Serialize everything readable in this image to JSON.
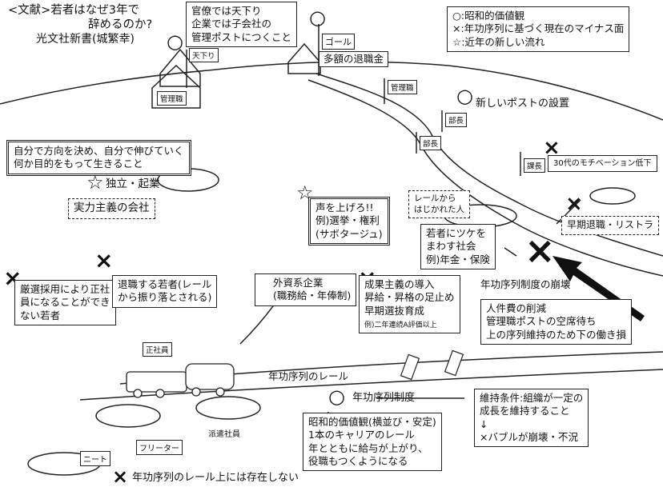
{
  "source": {
    "line1": "<文献>若者はなぜ3年で",
    "line2": "辞めるのか?",
    "line3": "光文社新書(城繁幸)"
  },
  "legend": {
    "showa_values": "○:昭和的価値観",
    "seniority_minus": "×:年功序列に基づく現在のマイナス面",
    "new_trends": "☆:近年の新しい流れ"
  },
  "callouts": {
    "amakudari_note": "官僚では天下り\n企業では子会社の\n管理ポストにつくこと",
    "self_direction": "自分で方向を決め、自分で伸びていく\n何か目的をもって生きること",
    "independence": "独立・起業",
    "merit_society": "実力主義の会社",
    "raise_voice": "声を上げろ!!\n例)選挙・権利\n(サボタージュ)",
    "off_rail": "レールから\nはじかれた人",
    "favor_society": "若者にツケを\nまわす社会\n例)年金・保険",
    "motivation_drop": "30代のモチベーション低下",
    "early_retirement": "早期退職・リストラ",
    "collapse": "年功序列制度の崩壊",
    "personnel_cuts": "人件費の削減\n管理職ポストの空席待ち\n上の序列維持のため下の働き損",
    "selection_hiring": "厳選採用により正社\n員になることができ\nない若者",
    "quitting_youth": "退職する若者(レール\nから振り落とされる)",
    "foreign_company": "外資系企業\n(職務給・年俸制)",
    "performance_main": "成果主義の導入\n昇給・昇格の足止め\n早期選抜育成",
    "performance_sub": "例)二年連続A評価以上",
    "seniority_system": "年功序列制度",
    "maintenance": "維持条件:組織が一定の\n成長を維持すること\n↓\n×バブルが崩壊・不況",
    "showa_values_box": "昭和的価値観(横並び・安定)\n1本のキャリアのレール\n年とともに給与が上がり、\n役職もつくようになる",
    "not_on_rail": "年功序列のレール上には存在しない"
  },
  "signs": {
    "amakudari": "天下り",
    "goal": "ゴール",
    "manager_house": "管理職",
    "manager": "管理職",
    "director": "部長",
    "director2": "部長",
    "section_chief": "課長",
    "retirement": "多額の退職金",
    "new_posts": "新しいポストの設置"
  },
  "labels": {
    "rail": "年功序列のレール",
    "regular_employee": "正社員",
    "freeter": "フリーター",
    "temp_worker": "派遣社員",
    "neet": "ニート"
  },
  "marks": {
    "circle": "○",
    "cross": "×",
    "star": "☆"
  }
}
